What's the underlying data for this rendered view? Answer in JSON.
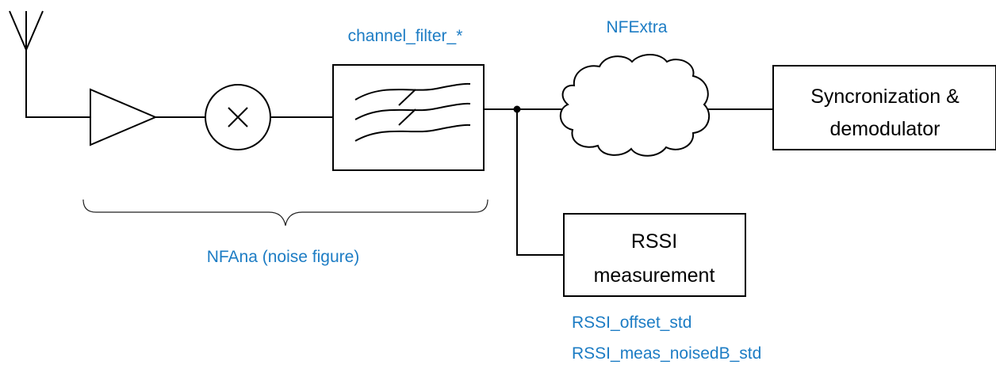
{
  "colors": {
    "annotation": "#1c7cc4",
    "line": "#000000",
    "background": "#ffffff"
  },
  "labels": {
    "channel_filter": "channel_filter_*",
    "nf_extra": "NFExtra",
    "nf_ana": "NFAna (noise figure)",
    "rssi_offset": "RSSI_offset_std",
    "rssi_meas_noise": "RSSI_meas_noisedB_std"
  },
  "blocks": {
    "sync_demod": {
      "line1": "Syncronization &",
      "line2": "demodulator"
    },
    "rssi": {
      "line1": "RSSI",
      "line2": "measurement"
    }
  },
  "icons": {
    "antenna": "antenna-icon",
    "amplifier": "amplifier-triangle-icon",
    "mixer": "mixer-circle-x-icon",
    "filter": "bandpass-filter-icon",
    "cloud": "noise-cloud-icon",
    "brace": "curly-brace-icon",
    "junction": "junction-dot-icon"
  }
}
